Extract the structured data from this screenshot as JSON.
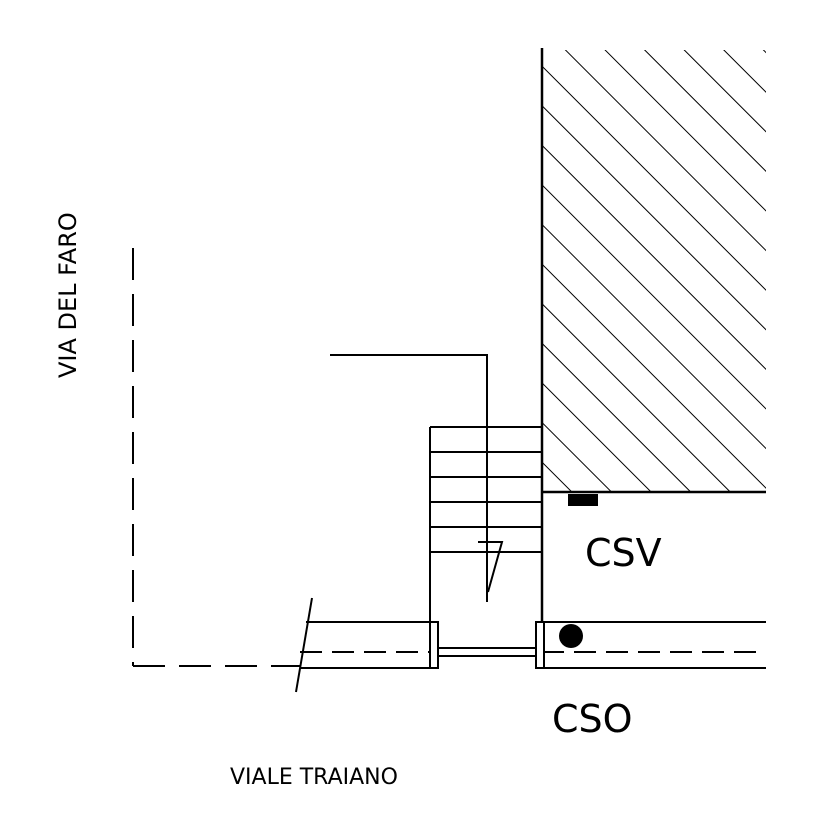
{
  "labels": {
    "street_vertical": "VIA DEL FARO",
    "street_horizontal": "VIALE TRAIANO",
    "marker_upper": "CSV",
    "marker_lower": "CSO"
  },
  "colors": {
    "ink": "#000000",
    "paper": "#ffffff"
  }
}
